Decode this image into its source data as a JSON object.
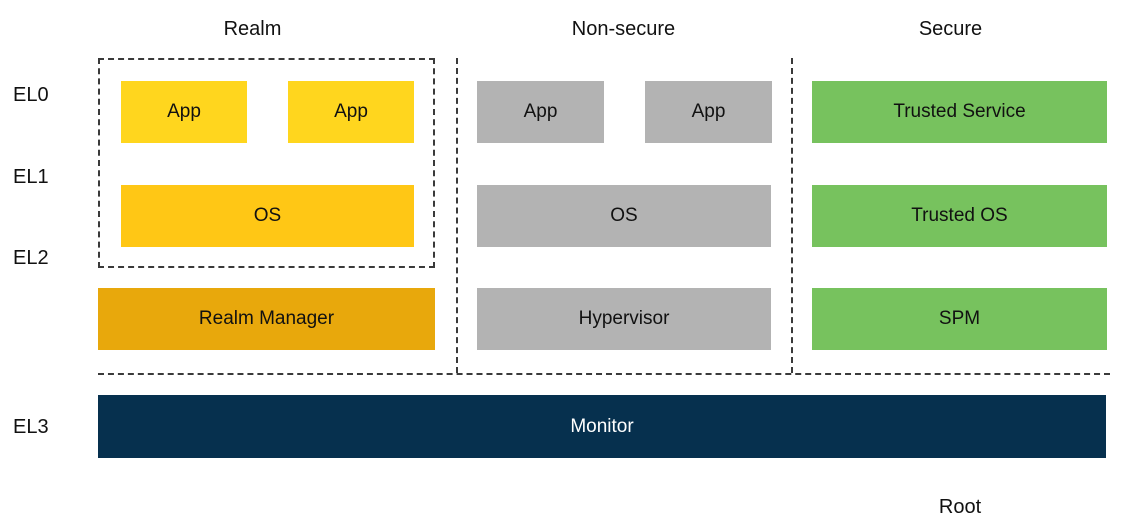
{
  "colors": {
    "realm_app": "#FFD61E",
    "realm_os": "#FFC715",
    "realm_manager": "#E8A80C",
    "non_secure": "#B3B3B3",
    "secure": "#77C25E",
    "monitor": "#06304E",
    "monitor_text": "#FFFFFF",
    "dashed_line": "#3A3A3A"
  },
  "headers": {
    "realm": "Realm",
    "non_secure": "Non-secure",
    "secure": "Secure"
  },
  "el_labels": {
    "el0": "EL0",
    "el1": "EL1",
    "el2": "EL2",
    "el3": "EL3"
  },
  "realm": {
    "app1": "App",
    "app2": "App",
    "os": "OS",
    "manager": "Realm Manager"
  },
  "non_secure": {
    "app1": "App",
    "app2": "App",
    "os": "OS",
    "hypervisor": "Hypervisor"
  },
  "secure": {
    "trusted_service": "Trusted Service",
    "trusted_os": "Trusted OS",
    "spm": "SPM"
  },
  "monitor_label": "Monitor",
  "root_label": "Root"
}
